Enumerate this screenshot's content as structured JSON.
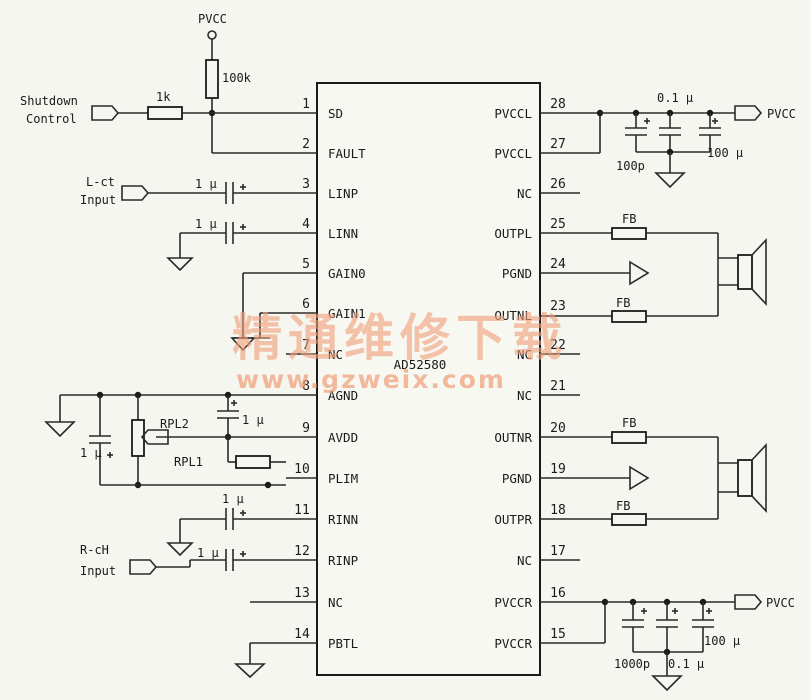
{
  "chip": {
    "name": "AD52580",
    "left_pins": [
      {
        "num": "1",
        "label": "SD"
      },
      {
        "num": "2",
        "label": "FAULT"
      },
      {
        "num": "3",
        "label": "LINP"
      },
      {
        "num": "4",
        "label": "LINN"
      },
      {
        "num": "5",
        "label": "GAIN0"
      },
      {
        "num": "6",
        "label": "GAIN1"
      },
      {
        "num": "7",
        "label": "NC"
      },
      {
        "num": "8",
        "label": "AGND"
      },
      {
        "num": "9",
        "label": "AVDD"
      },
      {
        "num": "10",
        "label": "PLIM"
      },
      {
        "num": "11",
        "label": "RINN"
      },
      {
        "num": "12",
        "label": "RINP"
      },
      {
        "num": "13",
        "label": "NC"
      },
      {
        "num": "14",
        "label": "PBTL"
      }
    ],
    "right_pins": [
      {
        "num": "28",
        "label": "PVCCL"
      },
      {
        "num": "27",
        "label": "PVCCL"
      },
      {
        "num": "26",
        "label": "NC"
      },
      {
        "num": "25",
        "label": "OUTPL"
      },
      {
        "num": "24",
        "label": "PGND"
      },
      {
        "num": "23",
        "label": "OUTNL"
      },
      {
        "num": "22",
        "label": "NC"
      },
      {
        "num": "21",
        "label": "NC"
      },
      {
        "num": "20",
        "label": "OUTNR"
      },
      {
        "num": "19",
        "label": "PGND"
      },
      {
        "num": "18",
        "label": "OUTPR"
      },
      {
        "num": "17",
        "label": "NC"
      },
      {
        "num": "16",
        "label": "PVCCR"
      },
      {
        "num": "15",
        "label": "PVCCR"
      }
    ]
  },
  "labels": {
    "pvcc_top": "PVCC",
    "r_100k": "100k",
    "shutdown_1": "Shutdown",
    "shutdown_2": "Control",
    "r_1k": "1k",
    "lct_1": "L-ct",
    "lct_2": "Input",
    "c_linp": "1 μ",
    "c_linn": "1 μ",
    "rpl2": "RPL2",
    "rpl1": "RPL1",
    "c_avdd": "1 μ",
    "c_agnd": "1 μ",
    "rch_1": "R-cH",
    "rch_2": "Input",
    "c_rinn": "1 μ",
    "c_rinp": "1 μ",
    "cap_top_a": "0.1 μ",
    "cap_top_b": "100p",
    "cap_top_c": "100 μ",
    "pvcc_right_top": "PVCC",
    "fb1": "FB",
    "fb2": "FB",
    "fb3": "FB",
    "fb4": "FB",
    "cap_bot_a": "1000p",
    "cap_bot_b": "0.1 μ",
    "cap_bot_c": "100 μ",
    "pvcc_right_bot": "PVCC"
  },
  "watermark": {
    "line1": "精通维修下载",
    "line2": "www.gzweix.com"
  }
}
